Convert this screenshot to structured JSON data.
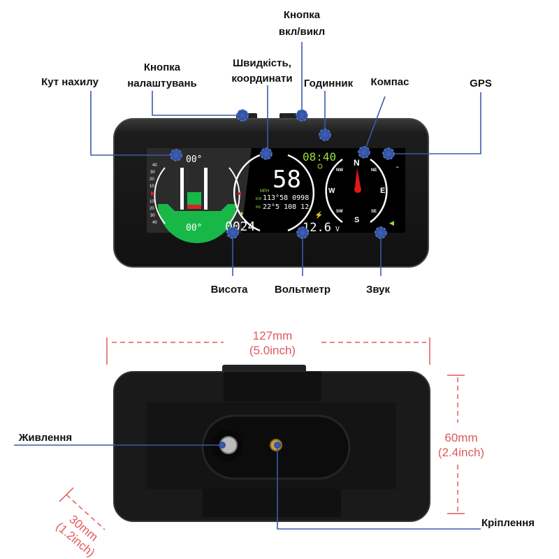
{
  "callouts": {
    "power_button": [
      "Кнопка",
      "вкл/викл"
    ],
    "settings_button": [
      "Кнопка",
      "налаштувань"
    ],
    "speed_coords": [
      "Швидкість,",
      "координати"
    ],
    "clock": "Годинник",
    "compass": "Компас",
    "gps": "GPS",
    "tilt_angle": "Кут нахилу",
    "altitude": "Висота",
    "voltmeter": "Вольтметр",
    "sound": "Звук",
    "power_input": "Живлення",
    "mount": "Кріплення"
  },
  "dimensions": {
    "width": [
      "127mm",
      "(5.0inch)"
    ],
    "height": [
      "60mm",
      "(2.4inch)"
    ],
    "depth": [
      "30mm",
      "(1.2inch)"
    ]
  },
  "screen": {
    "pitch_value": "00°",
    "roll_value": "00°",
    "scale_labels": [
      "40",
      "30",
      "20",
      "10",
      "10",
      "20",
      "30",
      "40"
    ],
    "speed": "58",
    "speed_unit": "MPH",
    "ew_label": "EW",
    "ns_label": "NS",
    "longitude": "113°58 0998",
    "latitude": "22°5 108 12",
    "time": "08:40",
    "altitude": "0024",
    "voltage": "12.6",
    "voltage_unit": "V",
    "compass": [
      "N",
      "NE",
      "E",
      "SE",
      "S",
      "SW",
      "W",
      "NW"
    ]
  },
  "colors": {
    "accent_green": "#9be03a",
    "leader_blue": "#3b5aa8",
    "dimension_red": "#e0585a"
  }
}
